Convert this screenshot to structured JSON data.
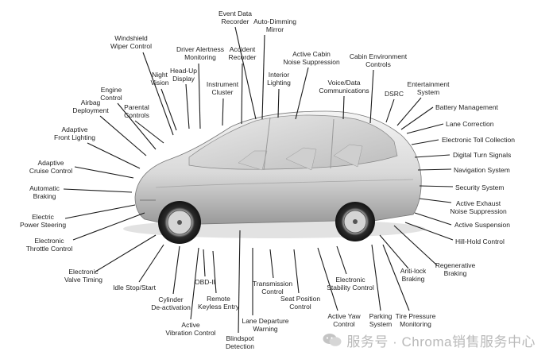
{
  "diagram": {
    "labels": {
      "event_data_recorder": "Event Data\nRecorder",
      "auto_dimming_mirror": "Auto-Dimming\nMirror",
      "windshield_wiper_control": "Windshield\nWiper Control",
      "driver_alertness_monitoring": "Driver Alertness\nMonitoring",
      "accident_recorder": "Accident\nRecorder",
      "active_cabin_noise_suppression": "Active Cabin\nNoise Suppression",
      "cabin_environment_controls": "Cabin Environment\nControls",
      "night_vision": "Night\nVision",
      "head_up_display": "Head-Up\nDisplay",
      "instrument_cluster": "Instrument\nCluster",
      "interior_lighting": "Interior\nLighting",
      "voice_data_communications": "Voice/Data\nCommunications",
      "entertainment_system": "Entertainment\nSystem",
      "dsrc": "DSRC",
      "engine_control": "Engine\nControl",
      "airbag_deployment": "Airbag\nDeployment",
      "parental_controls": "Parental\nControls",
      "battery_management": "Battery Management",
      "lane_correction": "Lane Correction",
      "adaptive_front_lighting": "Adaptive\nFront Lighting",
      "electronic_toll_collection": "Electronic Toll Collection",
      "digital_turn_signals": "Digital Turn Signals",
      "adaptive_cruise_control": "Adaptive\nCruise Control",
      "navigation_system": "Navigation System",
      "automatic_braking": "Automatic\nBraking",
      "security_system": "Security System",
      "active_exhaust_noise_suppression": "Active Exhaust\nNoise Suppression",
      "electric_power_steering": "Electric\nPower Steering",
      "active_suspension": "Active Suspension",
      "electronic_throttle_control": "Electronic\nThrottle Control",
      "hill_hold_control": "Hill-Hold Control",
      "regenerative_braking": "Regenerative\nBraking",
      "electronic_valve_timing": "Electronic\nValve Timing",
      "anti_lock_braking": "Anti-lock\nBraking",
      "idle_stop_start": "Idle Stop/Start",
      "obd_ii": "OBD-II",
      "remote_keyless_entry": "Remote\nKeyless Entry",
      "transmission_control": "Transmission\nControl",
      "electronic_stability_control": "Electronic\nStability Control",
      "cylinder_de_activation": "Cylinder\nDe-activation",
      "seat_position_control": "Seat Position\nControl",
      "active_vibration_control": "Active\nVibration Control",
      "lane_departure_warning": "Lane Departure\nWarning",
      "active_yaw_control": "Active Yaw\nControl",
      "parking_system": "Parking\nSystem",
      "tire_pressure_monitoring": "Tire Pressure\nMonitoring",
      "blindspot_detection": "Blindspot\nDetection"
    }
  },
  "watermark": {
    "text": "服务号 · Chroma销售服务中心",
    "icon": "wechat-bubble-icon"
  },
  "colors": {
    "leader_line": "#1a1a1a",
    "car_body": "#d8d8d8",
    "watermark": "#b9b9b9"
  }
}
